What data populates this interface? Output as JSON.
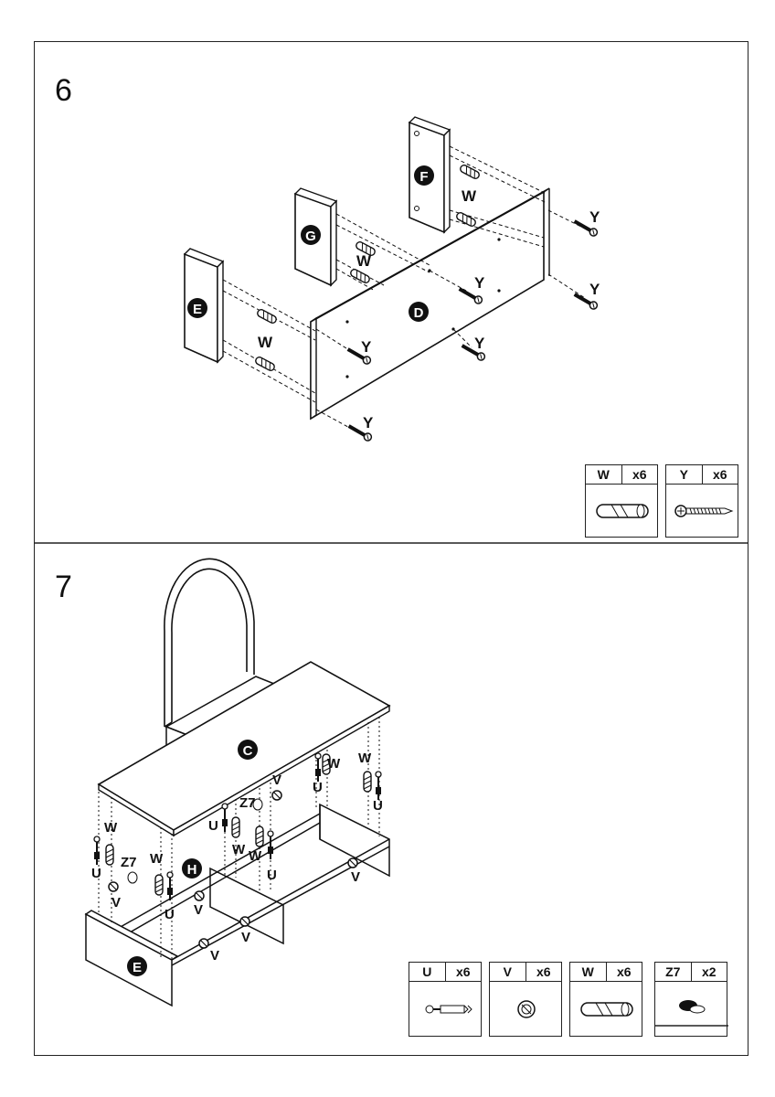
{
  "step6": {
    "number": "6",
    "panels": {
      "D": "D",
      "E": "E",
      "F": "F",
      "G": "G"
    },
    "labels": {
      "W1": "W",
      "W2": "W",
      "W3": "W",
      "Y1": "Y",
      "Y2": "Y",
      "Y3": "Y",
      "Y4": "Y",
      "Y5": "Y"
    },
    "hardware": [
      {
        "code": "W",
        "qty": "x6",
        "icon": "wooden-dowel-icon"
      },
      {
        "code": "Y",
        "qty": "x6",
        "icon": "screw-icon"
      }
    ]
  },
  "step7": {
    "number": "7",
    "panels": {
      "C": "C",
      "H": "H",
      "E": "E"
    },
    "labels": {
      "W": "W",
      "U": "U",
      "V": "V",
      "Z7": "Z7"
    },
    "hardware": [
      {
        "code": "U",
        "qty": "x6",
        "icon": "cam-bolt-icon"
      },
      {
        "code": "V",
        "qty": "x6",
        "icon": "cam-lock-icon"
      },
      {
        "code": "W",
        "qty": "x6",
        "icon": "wooden-dowel-icon"
      },
      {
        "code": "Z7",
        "qty": "x2",
        "icon": "cover-cap-icon"
      }
    ]
  }
}
